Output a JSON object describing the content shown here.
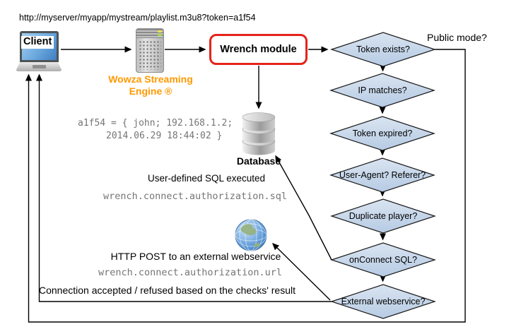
{
  "url_bar": "http://myserver/myapp/mystream/playlist.m3u8?token=a1f54",
  "client": {
    "label": "Client"
  },
  "wowza": {
    "line1": "Wowza Streaming",
    "line2": "Engine ®"
  },
  "wrench": {
    "label": "Wrench module"
  },
  "token_note": {
    "line1": "a1f54 = { john; 192.168.1.2;",
    "line2": "2014.06.29 18:44:02 }"
  },
  "database": {
    "label": "Database"
  },
  "sql_step": {
    "caption": "User-defined SQL executed",
    "file": "wrench.connect.authorization.sql"
  },
  "webservice_step": {
    "caption": "HTTP POST to an external webservice",
    "file": "wrench.connect.authorization.url"
  },
  "result_caption": "Connection accepted / refused based on the checks' result",
  "public_mode_label": "Public mode?",
  "checks": [
    {
      "label": "Token exists?"
    },
    {
      "label": "IP matches?"
    },
    {
      "label": "Token expired?"
    },
    {
      "label": "User-Agent? Referer?"
    },
    {
      "label": "Duplicate player?"
    },
    {
      "label": "onConnect SQL?"
    },
    {
      "label": "External webservice?"
    }
  ],
  "colors": {
    "accent_orange": "#FF9900",
    "wrench_border_red": "#E5231B",
    "diamond_fill_top": "#DCE6F2",
    "diamond_fill_bottom": "#B8CCE4",
    "mono_gray": "#757575"
  }
}
